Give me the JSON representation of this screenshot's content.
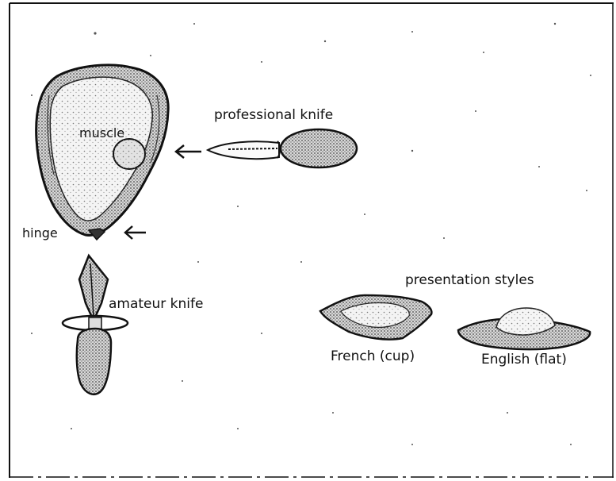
{
  "labels": {
    "muscle": "muscle",
    "professional_knife": "professional knife",
    "hinge": "hinge",
    "amateur_knife": "amateur knife",
    "presentation_styles": "presentation styles",
    "french": "French (cup)",
    "english": "English (flat)"
  },
  "colors": {
    "ink": "#111111",
    "background": "#ffffff",
    "stipple": "#8a8a8a"
  }
}
